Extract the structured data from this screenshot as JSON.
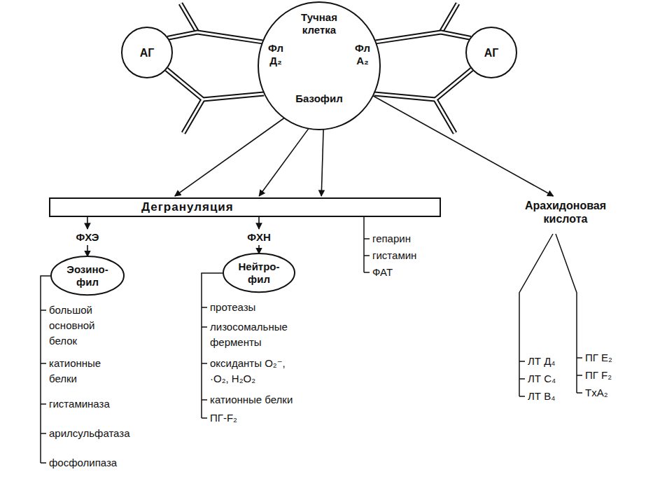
{
  "diagram": {
    "nodes": [
      {
        "text": [
          "Тучная клетка",
          "Базофил"
        ]
      },
      {
        "text": [
          "Фл Д₂"
        ],
        "in": 0
      },
      {
        "text": [
          "Фл А₂"
        ],
        "in": 0
      },
      {
        "text": [
          "АГ"
        ]
      },
      {
        "text": [
          "АГ"
        ]
      },
      {
        "text": [
          "Дегрануляция"
        ]
      },
      {
        "text": [
          "Арахидоновая кислота"
        ]
      },
      {
        "text": [
          "ФХЭ"
        ]
      },
      {
        "text": [
          "Эозино- фил"
        ]
      },
      {
        "text": [
          "ФХН"
        ]
      },
      {
        "text": [
          "Нейтро- фил"
        ]
      }
    ],
    "edges": [
      {
        "from": 3,
        "to": 0,
        "arrow": "none"
      },
      {
        "from": 4,
        "to": 0,
        "arrow": "none"
      },
      {
        "from": 0,
        "to": 5,
        "arrow": "to"
      },
      {
        "from": 0,
        "to": 5,
        "arrow": "to"
      },
      {
        "from": 0,
        "to": 5,
        "arrow": "to"
      },
      {
        "from": 0,
        "to": 6,
        "arrow": "to"
      },
      {
        "from": 5,
        "to": 7,
        "arrow": "to"
      },
      {
        "from": 7,
        "to": 8,
        "arrow": "to"
      },
      {
        "from": 5,
        "to": 9,
        "arrow": "to"
      },
      {
        "from": 9,
        "to": 10,
        "arrow": "to"
      }
    ],
    "labels": [
      "большой основной белок",
      "катионные белки",
      "гистаминаза",
      "арилсульфатаза",
      "фосфолипаза",
      "протеазы",
      "лизосомальные ферменты",
      "оксиданты O₂⁻, ·O₂, H₂O₂",
      "катионные белки",
      "ПГ-F₂",
      "гепарин",
      "гистамин",
      "ФАТ",
      "ЛТ Д₄",
      "ЛТ C₄",
      "ЛТ B₄",
      "ПГ E₂",
      "ПГ F₂",
      "TxA₂"
    ]
  }
}
